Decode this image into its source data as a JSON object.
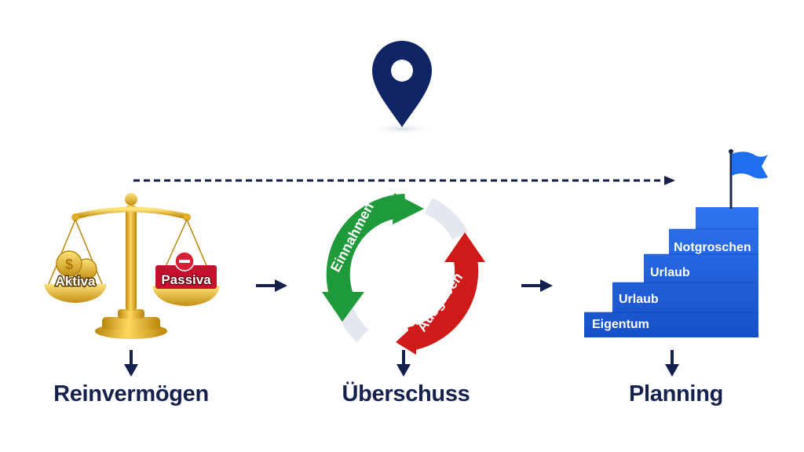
{
  "balance": {
    "left_pan_label": "Aktiva",
    "right_pan_label": "Passiva",
    "caption": "Reinvermögen"
  },
  "cycle": {
    "inflow_label": "Einnahmen",
    "outflow_label": "Ausgaben",
    "caption": "Überschuss"
  },
  "stairs": {
    "steps": [
      "Eigentum",
      "Urlaub",
      "Urlaub",
      "Notgroschen"
    ],
    "caption": "Planning"
  },
  "icons": {
    "location": "location-pin-icon",
    "goal": "flag-icon",
    "coin": "dollar-coin-icon",
    "minus": "minus-icon"
  },
  "colors": {
    "navy": "#16204d",
    "pin": "#0f2464",
    "stairs_blue": "#1858d6",
    "flag_blue": "#1e6ff0",
    "gold": "#d4a017",
    "passiva_red": "#c8102e",
    "green_arrow": "#1f9a3a",
    "red_arrow": "#d01a1a"
  }
}
